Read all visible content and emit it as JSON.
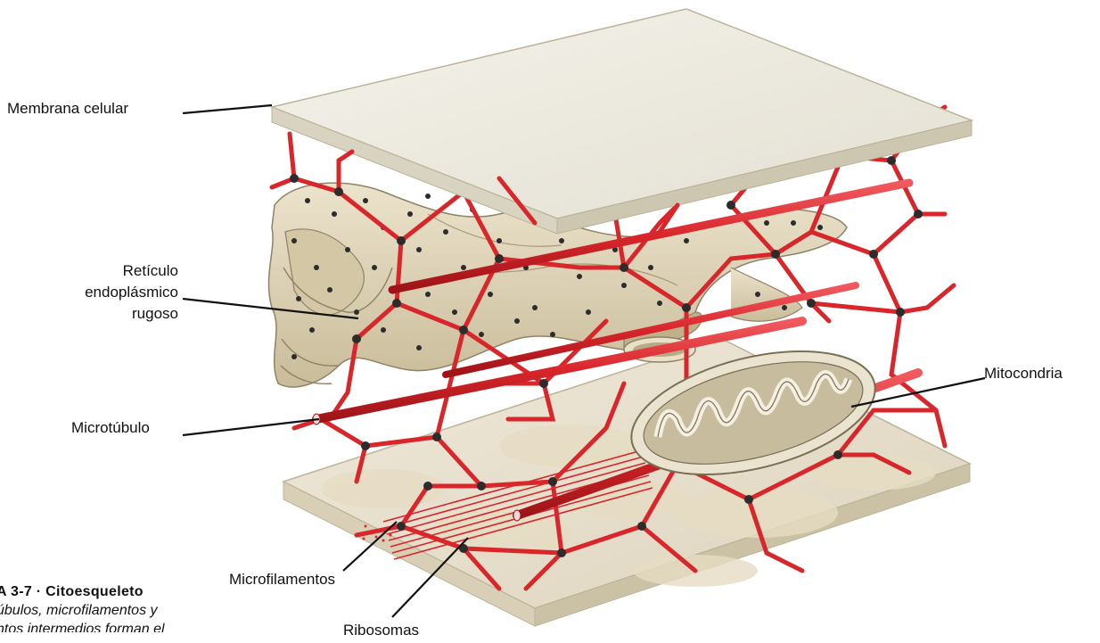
{
  "labels": {
    "membrana": "Membrana celular",
    "reticulo_1": "Retículo",
    "reticulo_2": "endoplásmico",
    "reticulo_3": "rugoso",
    "microtubulo": "Microtúbulo",
    "mitocondria": "Mitocondria",
    "microfilamentos": "Microfilamentos",
    "ribosomas": "Ribosomas"
  },
  "caption": {
    "title": "A 3-7 · Citoesqueleto",
    "line1": "úbulos, microfilamentos y",
    "line2": "ntos intermedios forman el"
  },
  "colors": {
    "membrane": "#eeebe0",
    "membrane_edge": "#c9c2ad",
    "network": "#d8262b",
    "network_dark": "#9e1418",
    "organelle": "#e2d8bf",
    "organelle_shadow": "#b8aa88",
    "ribosome": "#2c2c2c"
  }
}
